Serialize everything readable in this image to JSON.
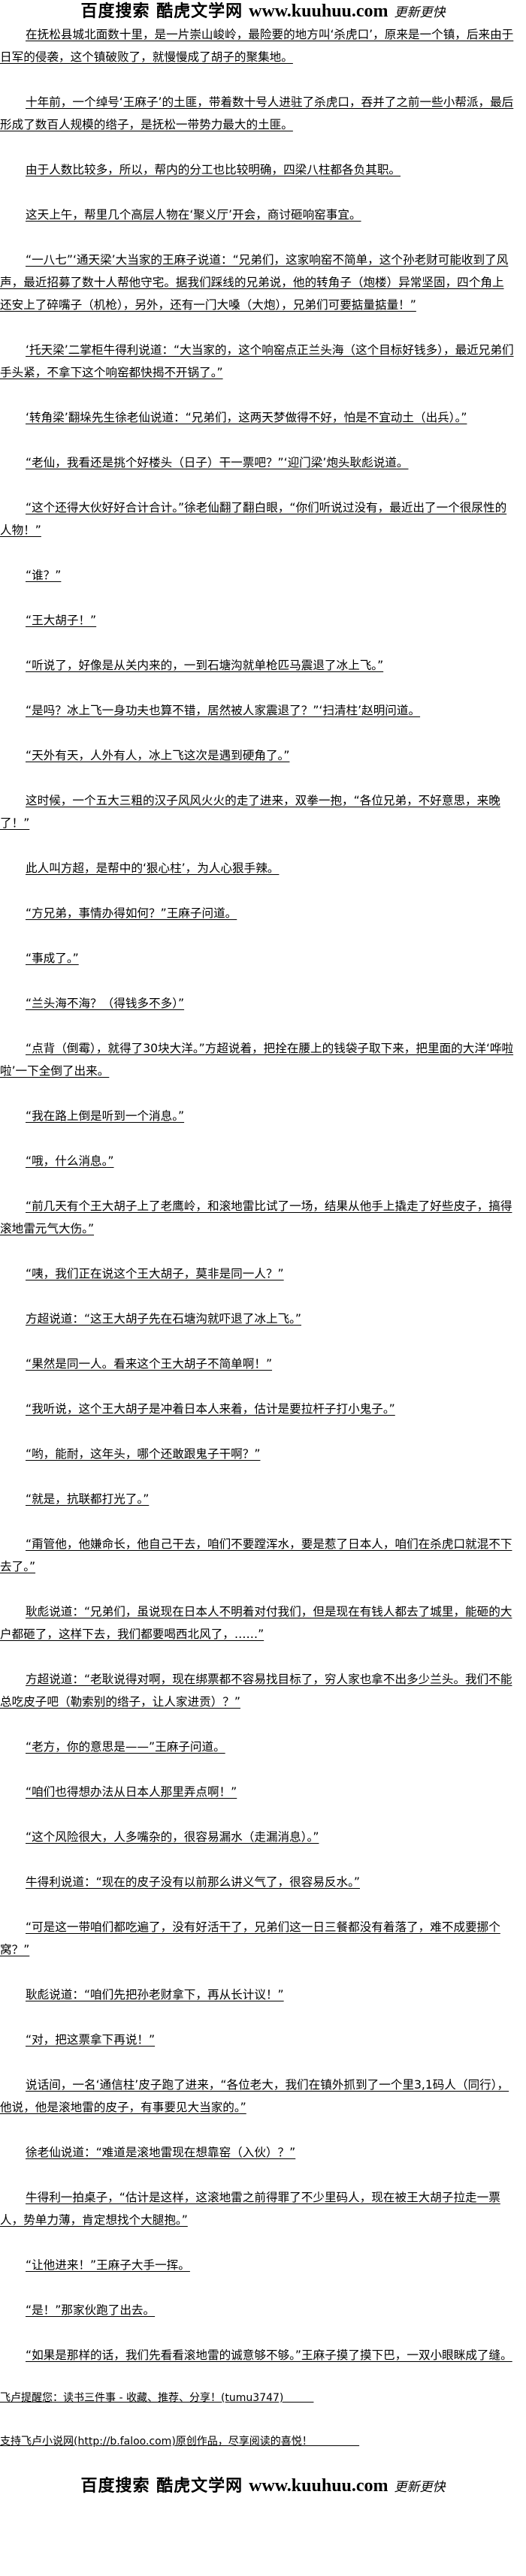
{
  "header_logo": {
    "cn": "百度搜索 酷虎文学网",
    "url": "www.kuuhuu.com",
    "slogan": "更新更快"
  },
  "paragraphs": [
    "在抚松县城北面数十里，是一片崇山峻岭，最险要的地方叫‘杀虎口’，原来是一个镇，后来由于日军的侵袭，这个镇破败了，就慢慢成了胡子的聚集地。",
    "十年前，一个绰号‘王麻子’的土匪，带着数十号人进驻了杀虎口，吞并了之前一些小帮派，最后形成了数百人规模的绺子，是抚松一带势力最大的土匪。",
    "由于人数比较多，所以，帮内的分工也比较明确，四梁八柱都各负其职。",
    "这天上午，帮里几个高层人物在‘聚义厅’开会，商讨砸响窑事宜。",
    "“一八七”‘通天梁’大当家的王麻子说道：“兄弟们，这家响窑不简单，这个孙老财可能收到了风声，最近招募了数十人帮他守宅。据我们踩线的兄弟说，他的转角子（炮楼）异常坚固，四个角上还安上了碎嘴子（机枪），另外，还有一门大嗓（大炮），兄弟们可要掂量掂量！”",
    "‘托天梁’二掌柜牛得利说道：“大当家的，这个响窑点正兰头海（这个目标好钱多），最近兄弟们手头紧，不拿下这个响窑都快揭不开锅了。”",
    "‘转角梁’翻垛先生徐老仙说道：“兄弟们，这两天梦做得不好，怕是不宜动土（出兵）。”",
    "“老仙，我看还是挑个好楼头（日子）干一票吧？”‘迎门梁’炮头耿彪说道。",
    "“这个还得大伙好好合计合计。”徐老仙翻了翻白眼，“你们听说过没有，最近出了一个很尿性的人物！”",
    "“谁？”",
    "“王大胡子！”",
    "“听说了，好像是从关内来的，一到石塘沟就单枪匹马震退了冰上飞。”",
    "“是吗？冰上飞一身功夫也算不错，居然被人家震退了？”‘扫清柱’赵明问道。",
    "“天外有天，人外有人，冰上飞这次是遇到硬角了。”",
    "这时候，一个五大三粗的汉子风风火火的走了进来，双拳一抱，“各位兄弟，不好意思，来晚了！”",
    "此人叫方超，是帮中的‘狠心柱’，为人心狠手辣。",
    "“方兄弟，事情办得如何？”王麻子问道。",
    "“事成了。”",
    "“兰头海不海？（得钱多不多）”",
    "“点背（倒霉），就得了30块大洋。”方超说着，把拴在腰上的钱袋子取下来，把里面的大洋‘哗啦啦’一下全倒了出来。",
    "“我在路上倒是听到一个消息。”",
    "“哦，什么消息。”",
    "“前几天有个王大胡子上了老鹰岭，和滚地雷比试了一场，结果从他手上撬走了好些皮子，搞得滚地雷元气大伤。”",
    "“咦，我们正在说这个王大胡子，莫非是同一人？”",
    "方超说道：“这王大胡子先在石塘沟就吓退了冰上飞。”",
    "“果然是同一人。看来这个王大胡子不简单啊！”",
    "“我听说，这个王大胡子是冲着日本人来着，估计是要拉杆子打小鬼子。”",
    "“哟，能耐，这年头，哪个还敢跟鬼子干啊？”",
    "“就是，抗联都打光了。”",
    "“甭管他，他嫌命长，他自己干去，咱们不要蹚浑水，要是惹了日本人，咱们在杀虎口就混不下去了。”",
    "耿彪说道：“兄弟们，虽说现在日本人不明着对付我们，但是现在有钱人都去了城里，能砸的大户都砸了，这样下去，我们都要喝西北风了，……”",
    "方超说道：“老耿说得对啊，现在绑票都不容易找目标了，穷人家也拿不出多少兰头。我们不能总吃皮子吧（勒索别的绺子，让人家进贡）？”",
    "“老方，你的意思是——”王麻子问道。",
    "“咱们也得想办法从日本人那里弄点啊！”",
    "“这个风险很大，人多嘴杂的，很容易漏水（走漏消息）。”",
    "牛得利说道：“现在的皮子没有以前那么讲义气了，很容易反水。”",
    "“可是这一带咱们都吃遍了，没有好活干了，兄弟们这一日三餐都没有着落了，难不成要挪个窝？”",
    "耿彪说道：“咱们先把孙老财拿下，再从长计议！”",
    "“对，把这票拿下再说！”",
    "说话间，一名‘通信柱’皮子跑了进来，“各位老大，我们在镇外抓到了一个里3,1码人（同行），他说，他是滚地雷的皮子，有事要见大当家的。”",
    "徐老仙说道：“难道是滚地雷现在想靠窑（入伙）？”",
    "牛得利一拍桌子，“估计是这样，这滚地雷之前得罪了不少里码人，现在被王大胡子拉走一票人，势单力薄，肯定想找个大腿抱。”",
    "“让他进来！”王麻子大手一挥。",
    "“是！”那家伙跑了出去。",
    "“如果是那样的话，我们先看看滚地雷的诚意够不够。”王麻子摸了摸下巴，一双小眼眯成了缝。"
  ],
  "footer": {
    "reminder": "飞卢提醒您：读书三件事 - 收藏、推荐、分享！(tumu3747)         ",
    "support": "支持飞卢小说网(http://b.faloo.com)原创作品，尽享阅读的喜悦！              "
  }
}
